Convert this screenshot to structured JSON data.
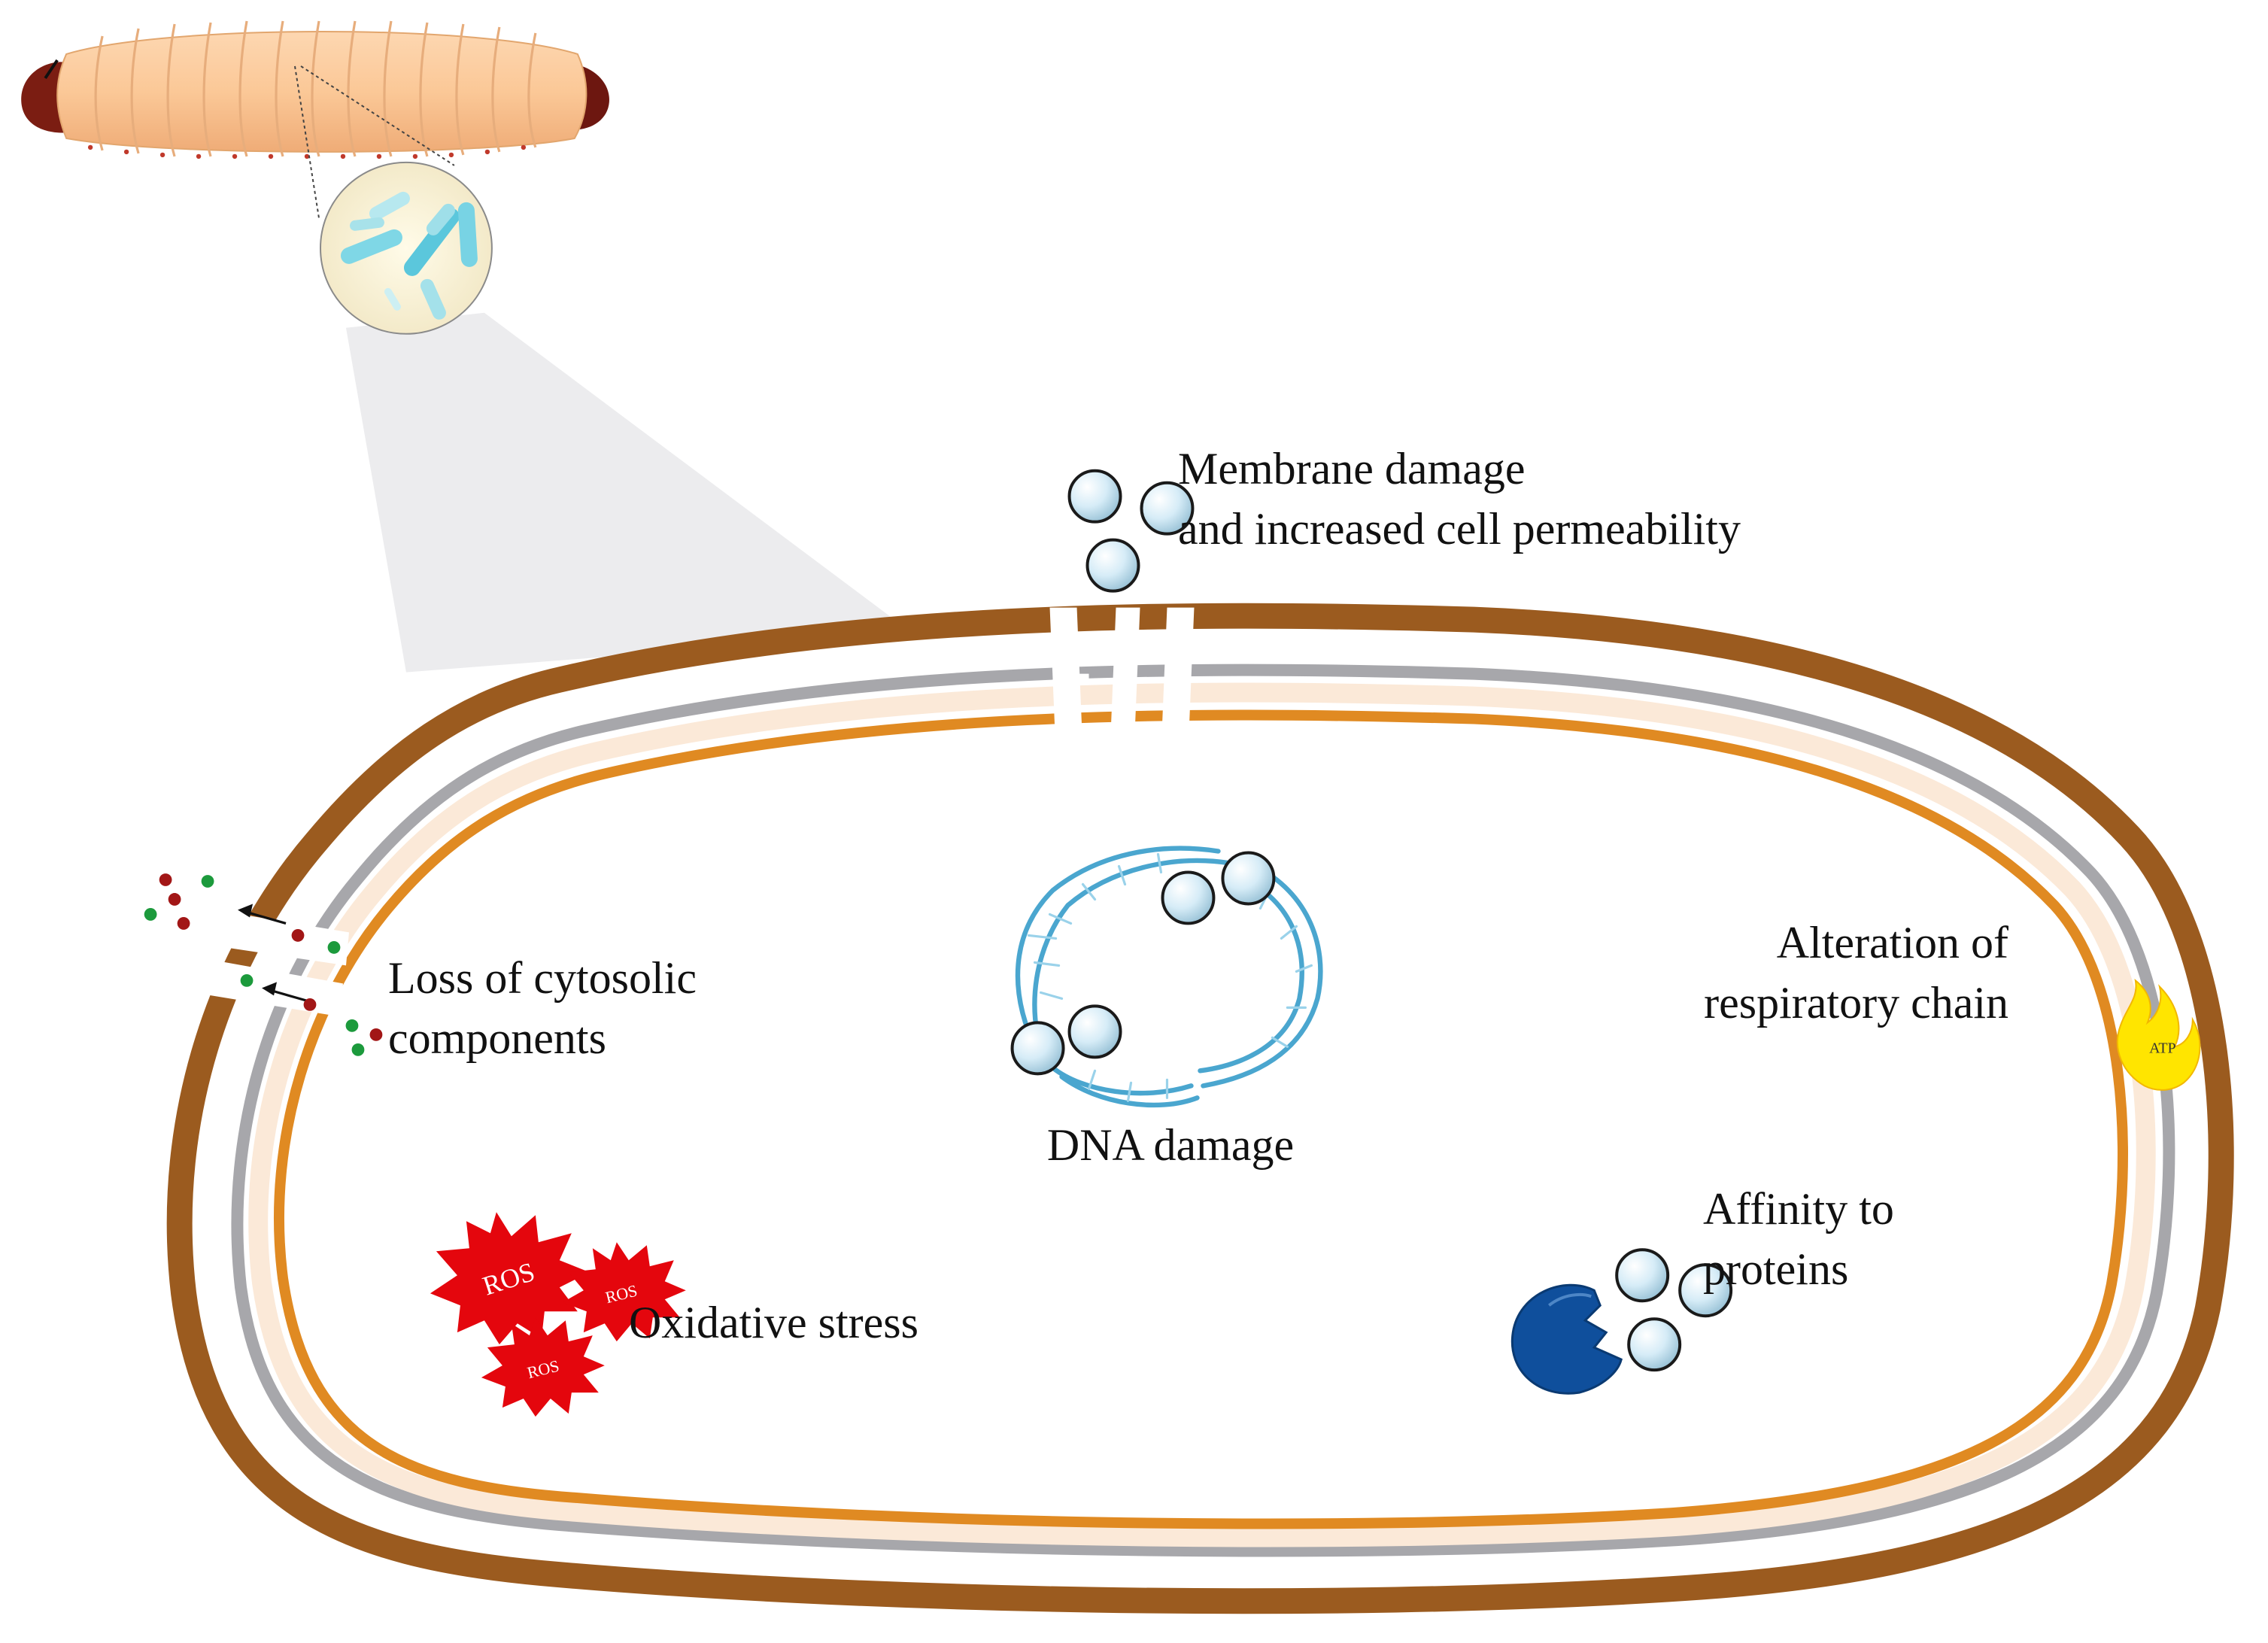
{
  "colors": {
    "cell_wall": "#9b5b1f",
    "outer_membrane": "#a7a7ab",
    "periplasm": "#fbe9d8",
    "inner_membrane": "#e08a22",
    "larva_body": "#fbc99c",
    "larva_head": "#7b1d12",
    "bacteria": "#7fd7e6",
    "nanoparticle": "#cde7f3",
    "ros": "#e4060d",
    "protein": "#0f4f9c",
    "atp_flame": "#ffe500",
    "dna": "#4aa6cf",
    "efflux_red": "#a21616",
    "efflux_green": "#1c9a3c"
  },
  "icons": [
    "larva-icon",
    "bacteria-magnifier-icon",
    "nanoparticle-icon",
    "dna-icon",
    "ros-starburst-icon",
    "protein-icon",
    "atp-flame-icon",
    "efflux-arrow-icon"
  ],
  "labels": {
    "membrane_line1": "Membrane damage",
    "membrane_line2": "and increased cell permeability",
    "loss_line1": "Loss of cytosolic",
    "loss_line2": "components",
    "alteration_line1": "Alteration of",
    "alteration_line2": "respiratory chain",
    "dna": "DNA damage",
    "affinity_line1": "Affinity to",
    "affinity_line2": "proteins",
    "oxidative": "Oxidative stress"
  },
  "badges": {
    "ros": "ROS",
    "atp": "ATP"
  }
}
